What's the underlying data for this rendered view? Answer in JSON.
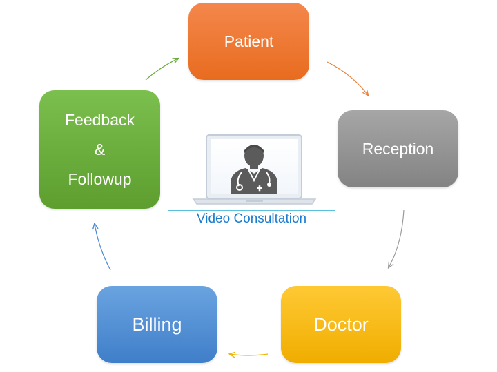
{
  "diagram": {
    "nodes": {
      "patient": "Patient",
      "reception": "Reception",
      "doctor": "Doctor",
      "billing": "Billing",
      "feedback": {
        "line1": "Feedback",
        "line2": "&",
        "line3": "Followup"
      }
    },
    "center": {
      "label": "Video Consultation",
      "illustration_icon": "doctor-on-laptop-icon"
    },
    "flow": [
      {
        "from": "Patient",
        "to": "Reception"
      },
      {
        "from": "Reception",
        "to": "Doctor"
      },
      {
        "from": "Doctor",
        "to": "Billing"
      },
      {
        "from": "Billing",
        "to": "Feedback & Followup"
      },
      {
        "from": "Feedback & Followup",
        "to": "Patient"
      }
    ],
    "colors": {
      "patient": "#e86c1f",
      "reception": "#8c8c8c",
      "doctor": "#f5b400",
      "billing": "#4a89d4",
      "feedback": "#6aaa3a",
      "video_outline": "#5bc0de",
      "video_text": "#1a7bd0"
    }
  }
}
